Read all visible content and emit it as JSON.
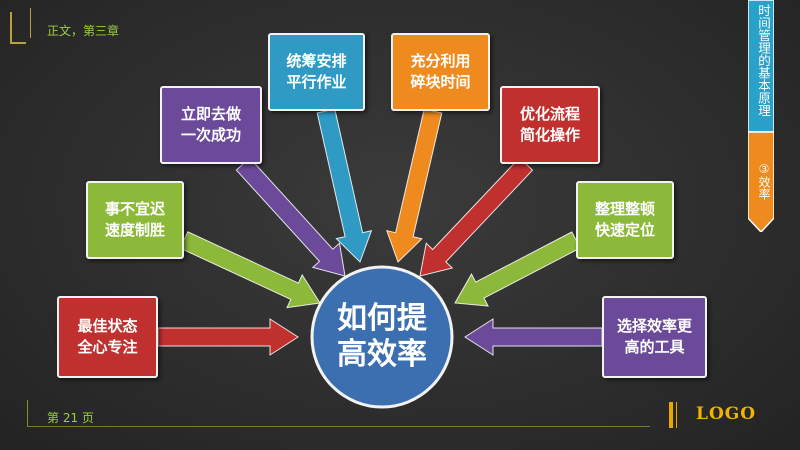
{
  "header": {
    "section": "正文，第三章"
  },
  "sidebar": {
    "title": "时间管理的基本原理",
    "subtitle": "③效率"
  },
  "center": {
    "label": "如何提\n高效率",
    "color": "#3b6fb0"
  },
  "nodes": [
    {
      "id": "n1",
      "label": "最佳状态\n全心专注",
      "color": "#c0302e"
    },
    {
      "id": "n2",
      "label": "事不宜迟\n速度制胜",
      "color": "#8cb93a"
    },
    {
      "id": "n3",
      "label": "立即去做\n一次成功",
      "color": "#6b4a9a"
    },
    {
      "id": "n4",
      "label": "统筹安排\n平行作业",
      "color": "#2f9bc4"
    },
    {
      "id": "n5",
      "label": "充分利用\n碎块时间",
      "color": "#ef8a1f"
    },
    {
      "id": "n6",
      "label": "优化流程\n简化操作",
      "color": "#c0302e"
    },
    {
      "id": "n7",
      "label": "整理整顿\n快速定位",
      "color": "#8cb93a"
    },
    {
      "id": "n8",
      "label": "选择效率更\n高的工具",
      "color": "#6b4a9a"
    }
  ],
  "footer": {
    "page": "第 21 页",
    "logo": "LOGO"
  },
  "colors": {
    "sidebar_fill": "#2aa1c8",
    "sidebar_accent": "#ef8a1f",
    "accent_yellow": "#f0b400",
    "green_text": "#9bcf3f"
  }
}
